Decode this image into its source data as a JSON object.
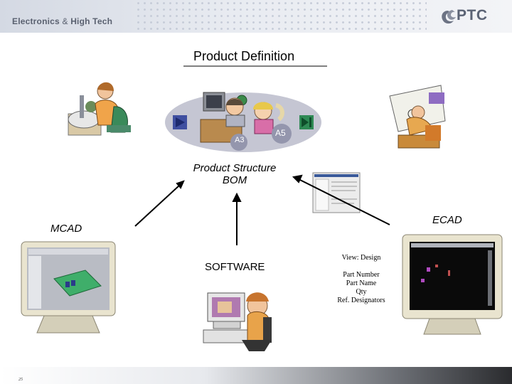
{
  "header": {
    "brand_left": "Electronics",
    "brand_amp": " & ",
    "brand_right": "High Tech",
    "logo_text": "PTC"
  },
  "title": "Product Definition",
  "center_bubble": {
    "badge_a3": "A3",
    "badge_a5": "A5"
  },
  "product_structure": {
    "line1": "Product Structure",
    "line2": "BOM"
  },
  "labels": {
    "mcad": "MCAD",
    "ecad": "ECAD",
    "software": "SOFTWARE"
  },
  "view_info": {
    "view": "View: Design",
    "fields": [
      "Part Number",
      "Part Name",
      "Qty",
      "Ref. Designators"
    ]
  },
  "footer": {
    "slide_number": "25"
  },
  "colors": {
    "header_bg": "#dcdfe6",
    "bubble": "#c7c8d6",
    "monitor_beige": "#e9e4cf",
    "green_board": "#3fae6a"
  }
}
